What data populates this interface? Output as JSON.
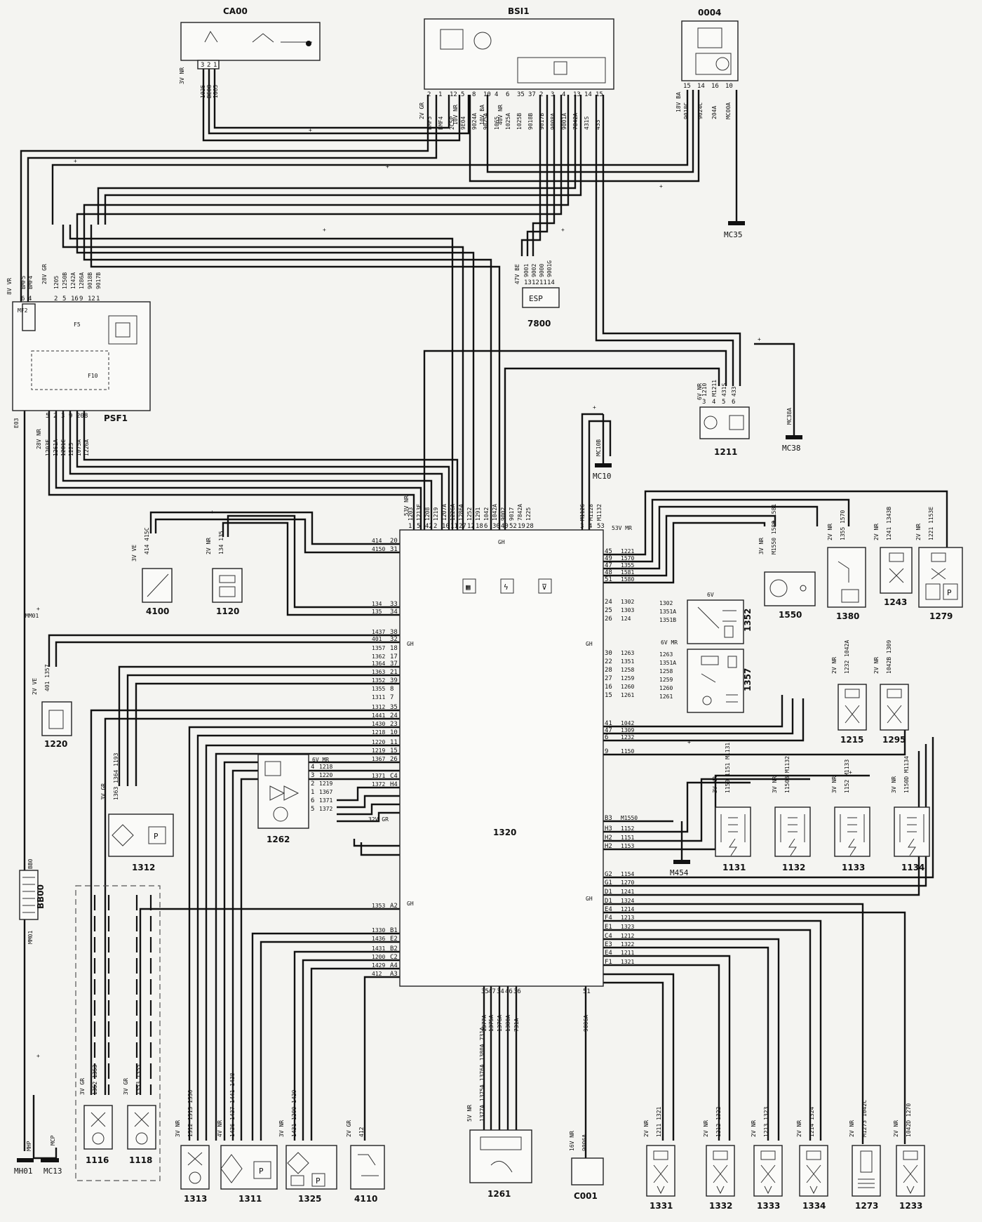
{
  "components": {
    "ca00": "CA00",
    "bsi1": "BSI1",
    "c0004": "0004",
    "c7800": "7800",
    "esp": "ESP",
    "psf1": "PSF1",
    "c1211": "1211",
    "c4100": "4100",
    "c1120": "1120",
    "c1220": "1220",
    "c1312": "1312",
    "c1262": "1262",
    "ecu": "1320",
    "c1352": "1352",
    "c1357": "1357",
    "c1550": "1550",
    "c1380": "1380",
    "c1243": "1243",
    "c1279": "1279",
    "c1215": "1215",
    "c1295": "1295",
    "c1131": "1131",
    "c1132": "1132",
    "c1133": "1133",
    "c1134": "1134",
    "bb00": "BB00",
    "c1116": "1116",
    "c1118": "1118",
    "c1313": "1313",
    "c1311": "1311",
    "c1325": "1325",
    "c4110": "4110",
    "c1261": "1261",
    "c001": "C001",
    "c1331": "1331",
    "c1332": "1332",
    "c1333": "1333",
    "c1334": "1334",
    "c1273": "1273",
    "c1233": "1233"
  },
  "grounds": {
    "mc35": "MC35",
    "mc38": "MC38",
    "mc10": "MC10",
    "mh01": "MH01",
    "mc13": "MC13",
    "m454": "M454"
  },
  "connectors": {
    "ca00": "3V NR",
    "bsi1_a": "2V GR",
    "bsi1_b": "10V NR",
    "bsi1_c": "10V BA",
    "bsi1_d": "40V NR",
    "c0004": "18V BA",
    "c7800": "47V BE",
    "psf1_top": "8V VR",
    "psf1_b": "28V GR",
    "psf1_bot": "28V NR",
    "c1211": "6V NR",
    "ecu_left": "53V NR",
    "ecu_right": "53V MR",
    "c4100": "3V VE",
    "c1120": "2V NR",
    "c1220": "2V VE",
    "c1312": "3V GR",
    "c1262": "6V MR",
    "c1262_b": "32V GR",
    "c1352": "6V",
    "c1357": "6V MR",
    "c1550": "3V NR",
    "c1380": "2V NR",
    "c1243": "2V NR",
    "c1279": "2V NR",
    "c1215": "2V NR",
    "c1295": "2V NR",
    "c1131": "3V NR",
    "c1132": "3V NR",
    "c1133": "3V NR",
    "c1134": "3V NR",
    "c1116": "3V GR",
    "c1118": "3V GR",
    "c1313": "3V NR",
    "c1311": "4V NR",
    "c1325": "3V NR",
    "c4110": "2V GR",
    "c1261": "5V NR",
    "c001": "16V NR",
    "c1331": "2V NR",
    "c1332": "2V NR",
    "c1333": "2V NR",
    "c1334": "2V NR",
    "c1273": "2V NR",
    "c1233": "2V NR"
  },
  "ecu_left_pins": [
    {
      "code": "414",
      "pin": "20"
    },
    {
      "code": "4150",
      "pin": "31"
    },
    {
      "code": "134",
      "pin": "33"
    },
    {
      "code": "135",
      "pin": "34"
    },
    {
      "code": "1437",
      "pin": "38"
    },
    {
      "code": "401",
      "pin": "32"
    },
    {
      "code": "1357",
      "pin": "18"
    },
    {
      "code": "1362",
      "pin": "17"
    },
    {
      "code": "1364",
      "pin": "37"
    },
    {
      "code": "1363",
      "pin": "21"
    },
    {
      "code": "1352",
      "pin": "39"
    },
    {
      "code": "1355",
      "pin": "8"
    },
    {
      "code": "1311",
      "pin": "7"
    },
    {
      "code": "1312",
      "pin": "35"
    },
    {
      "code": "1441",
      "pin": "24"
    },
    {
      "code": "1430",
      "pin": "23"
    },
    {
      "code": "1218",
      "pin": "10"
    },
    {
      "code": "1220",
      "pin": "11"
    },
    {
      "code": "1219",
      "pin": "15"
    },
    {
      "code": "1367",
      "pin": "26"
    },
    {
      "code": "1371",
      "pin": "C4"
    },
    {
      "code": "1372",
      "pin": "H4"
    },
    {
      "code": "1353",
      "pin": "A2"
    },
    {
      "code": "1330",
      "pin": "B1"
    },
    {
      "code": "1436",
      "pin": "E2"
    },
    {
      "code": "1431",
      "pin": "B2"
    },
    {
      "code": "1200",
      "pin": "C2"
    },
    {
      "code": "1429",
      "pin": "A4"
    },
    {
      "code": "412",
      "pin": "A3"
    }
  ],
  "ecu_right_pins": [
    {
      "code": "1221",
      "pin": "45"
    },
    {
      "code": "1570",
      "pin": "49"
    },
    {
      "code": "1355",
      "pin": "47"
    },
    {
      "code": "1581",
      "pin": "48"
    },
    {
      "code": "1580",
      "pin": "51"
    },
    {
      "code": "1302",
      "pin": "24"
    },
    {
      "code": "1303",
      "pin": "25"
    },
    {
      "code": "124",
      "pin": "26"
    },
    {
      "code": "1263",
      "pin": "30"
    },
    {
      "code": "1351",
      "pin": "22"
    },
    {
      "code": "1258",
      "pin": "28"
    },
    {
      "code": "1259",
      "pin": "27"
    },
    {
      "code": "1260",
      "pin": "16"
    },
    {
      "code": "1261",
      "pin": "15"
    },
    {
      "code": "1042",
      "pin": "41"
    },
    {
      "code": "1309",
      "pin": "47"
    },
    {
      "code": "1232",
      "pin": "6"
    },
    {
      "code": "1150",
      "pin": "9"
    },
    {
      "code": "M1550",
      "pin": "B3"
    },
    {
      "code": "1152",
      "pin": "H3"
    },
    {
      "code": "1151",
      "pin": "H2"
    },
    {
      "code": "1153",
      "pin": "H2"
    },
    {
      "code": "1154",
      "pin": "G2"
    },
    {
      "code": "1270",
      "pin": "G1"
    },
    {
      "code": "1241",
      "pin": "D1"
    },
    {
      "code": "1324",
      "pin": "D1"
    },
    {
      "code": "1214",
      "pin": "E4"
    },
    {
      "code": "1213",
      "pin": "F4"
    },
    {
      "code": "1323",
      "pin": "E1"
    },
    {
      "code": "1212",
      "pin": "C4"
    },
    {
      "code": "1322",
      "pin": "E3"
    },
    {
      "code": "1211",
      "pin": "E4"
    },
    {
      "code": "1321",
      "pin": "F1"
    }
  ],
  "ecu_top_pins": [
    "1",
    "5",
    "42",
    "2",
    "10",
    "11",
    "27",
    "12",
    "18",
    "6",
    "30",
    "40",
    "52",
    "19",
    "28",
    "3",
    "4",
    "53"
  ],
  "ecu_top_codes": [
    "1203",
    "1213F",
    "1208",
    "1219",
    "1207A",
    "1226A",
    "1286A",
    "1252",
    "1291",
    "1042",
    "1042A",
    "9002",
    "9017",
    "7842A",
    "1225",
    "M1126",
    "M1128",
    "M1132"
  ],
  "ecu_bottom_pins": [
    "35",
    "47",
    "34",
    "46",
    "36",
    "51"
  ],
  "ecu_bottom_codes": [
    "1377A",
    "1375A",
    "1376A",
    "1380A",
    "731A",
    "9006A"
  ],
  "ecu_quadrants": [
    "GH",
    "GH",
    "GH",
    "GH",
    "GH"
  ],
  "bsi_pins": [
    "2",
    "1",
    "12",
    "5",
    "8",
    "10",
    "4",
    "6",
    "35",
    "37",
    "2",
    "3",
    "4",
    "13",
    "14",
    "15"
  ],
  "bsi_codes": [
    "BMF5",
    "BMF4",
    "2C5P",
    "9E04",
    "9024A",
    "9025A",
    "1065",
    "1025A",
    "1025B",
    "9018B",
    "9017B",
    "9008A",
    "9001A",
    "7842A",
    "431S",
    "433"
  ],
  "ca00_pins": [
    "3",
    "2",
    "1"
  ],
  "ca00_codes": [
    "1025",
    "BE08",
    "1065"
  ],
  "c0004_pins": [
    "15",
    "14",
    "16",
    "10"
  ],
  "c0004_codes": [
    "9018C",
    "9024C",
    "204A",
    "MC00A"
  ],
  "psf1_top_pins": [
    "6",
    "4"
  ],
  "psf1_top_codes": [
    "BMF5",
    "BMF4"
  ],
  "psf1_pins": [
    "2",
    "5",
    "16",
    "9",
    "12",
    "1"
  ],
  "psf1_codes": [
    "1205",
    "1250B",
    "1242A",
    "1286A",
    "9018B",
    "9017B"
  ],
  "psf1_bot_pins": [
    "5",
    "2",
    "3",
    "9",
    "20",
    "8"
  ],
  "psf1_bot_codes": [
    "1203F",
    "1261A",
    "1201C",
    "1223",
    "1075A",
    "1226A"
  ],
  "c7800_pins": [
    "13",
    "12",
    "11",
    "14"
  ],
  "c7800_codes": [
    "9001",
    "9002",
    "9000",
    "9001G"
  ],
  "c1211_pins": [
    "3",
    "4",
    "5",
    "6"
  ],
  "c1211_codes": [
    "1210",
    "M1211",
    "431S",
    "433"
  ],
  "c1352_codes": [
    "1302",
    "1351A",
    "1351B"
  ],
  "c1357_codes": [
    "1263",
    "1351A",
    "1258",
    "1259",
    "1260",
    "1261"
  ],
  "c1262_pins": [
    "4",
    "3",
    "2",
    "1",
    "6",
    "5"
  ],
  "c1262_codes": [
    "1218",
    "1220",
    "1219",
    "1367",
    "1371",
    "1372"
  ],
  "labels": {
    "plus_feed": "+",
    "ground_mark": "⏚",
    "mm01": "MM01",
    "mh01_pin": "MHP",
    "mc13_pin": "MCP",
    "bb00_minus": "BB0",
    "bb00_plus": "MM01",
    "mc10_code": "MC10B",
    "mc38_code": "MC38A",
    "psf1_e03": "E03",
    "f5": "F5",
    "f10": "F10",
    "mf2": "MF2",
    "c4100_codes": "414  415C",
    "c1120_codes": "134  135",
    "c1220_codes": "401  1357",
    "c1312_codes": "1363  1364  1193",
    "c1550_codes": "M1550  1580  1581",
    "c1380_codes": "1355  1570",
    "c1243_codes": "1241  1343B",
    "c1279_codes": "1221  1153E",
    "c1215_codes": "1232  1042A",
    "c1295_codes": "1042B  1309",
    "c1131_codes": "1150  1151  M1131",
    "c1132_codes": "1150B  M1132",
    "c1133_codes": "1152  M1133",
    "c1134_codes": "1150D  M1134",
    "c1116_codes": "1352  1353",
    "c1118_codes": "1353  1355",
    "c1313_codes": "1312  1313  1330",
    "c1311_codes": "1436  1437  1441  1438",
    "c1325_codes": "1431  1200  1429",
    "c4110_codes": "412",
    "c1261_codes": "1377A  1375A  1376A  1380A  731A",
    "c001_codes": "9006A",
    "c1331_codes": "1211  1321",
    "c1332_codes": "1212  1322",
    "c1333_codes": "1213  1323",
    "c1334_codes": "1214  1324",
    "c1273_codes": "M1273  1042C",
    "c1233_codes": "1042D  1270",
    "park_symbol": "P",
    "ecu_icons": [
      "▦",
      "ϟ",
      "⊽"
    ]
  }
}
